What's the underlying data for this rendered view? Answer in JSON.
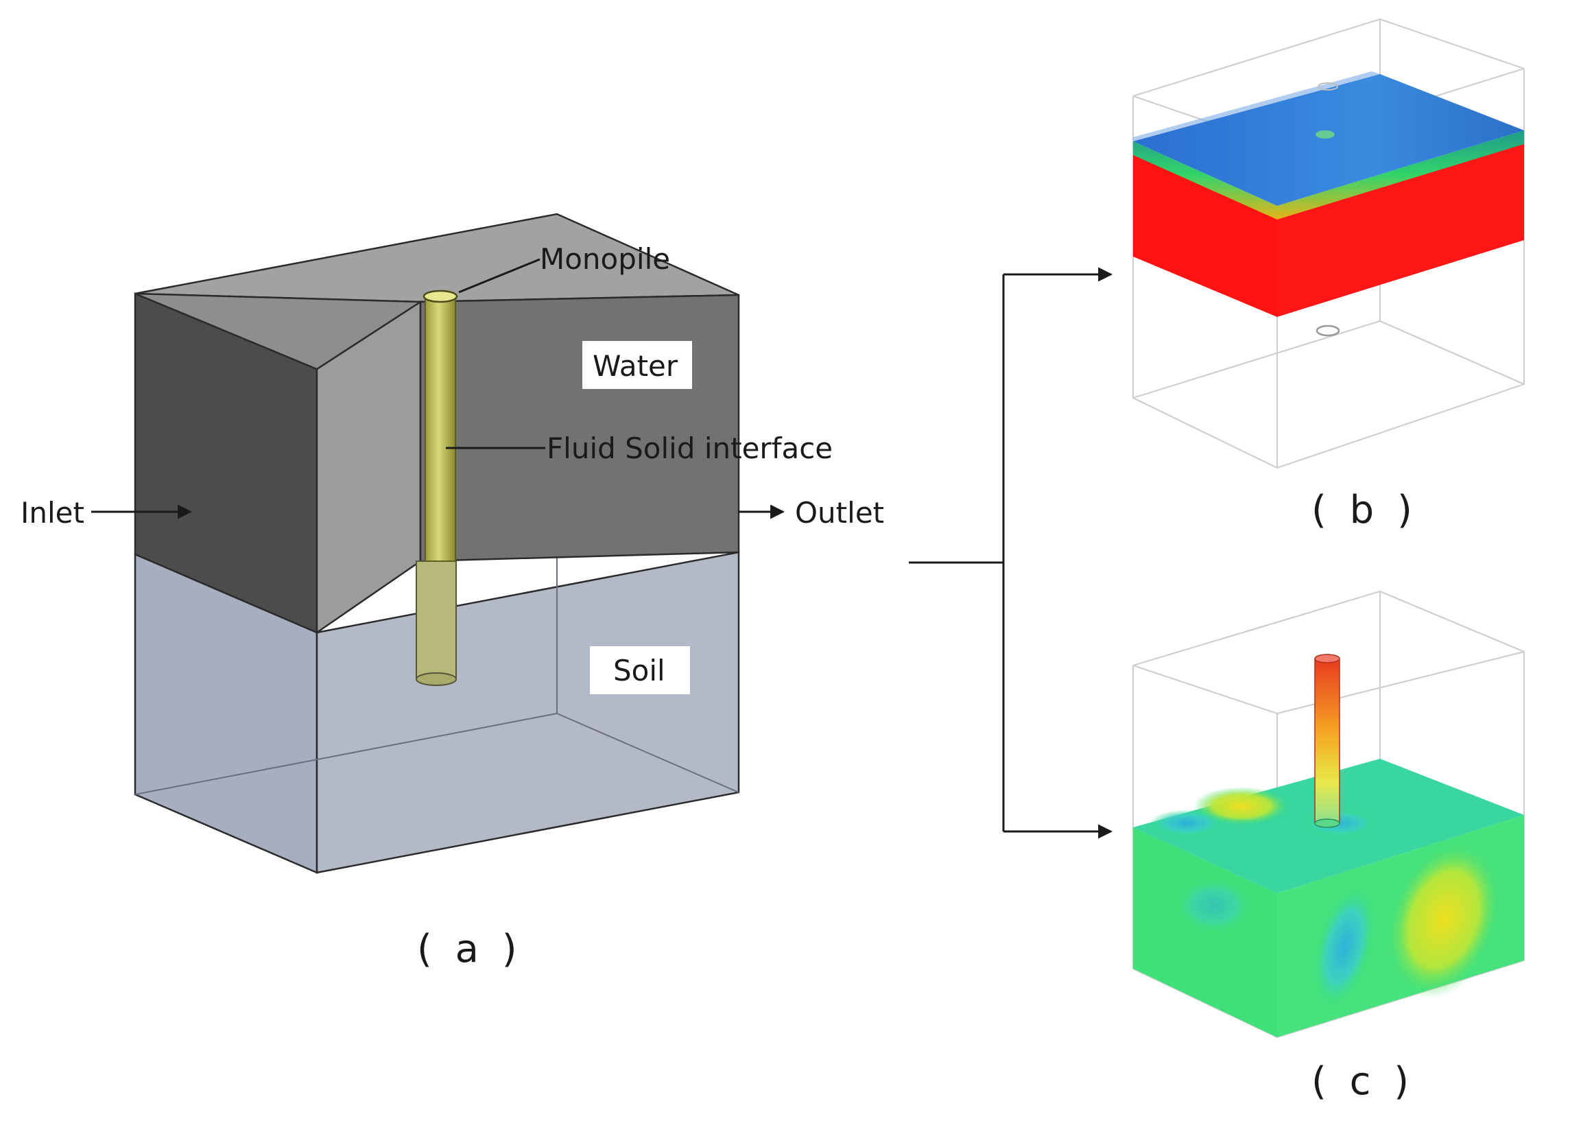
{
  "labels": {
    "monopile": "Monopile",
    "water": "Water",
    "fluid_solid_interface": "Fluid Solid interface",
    "inlet": "Inlet",
    "outlet": "Outlet",
    "soil": "Soil"
  },
  "captions": {
    "a": "( a )",
    "b": "( b )",
    "c": "( c )"
  },
  "colors": {
    "water_dark": "#4a4a4a",
    "water_mid": "#6e6e6e",
    "water_light": "#9a9a9a",
    "soil": "#a9b0c2",
    "pile": "#c9c96a",
    "field_red": "#ff1a1a",
    "field_blue": "#2f7fd6",
    "field_green": "#33e07a",
    "field_yellow": "#f2e21a"
  }
}
